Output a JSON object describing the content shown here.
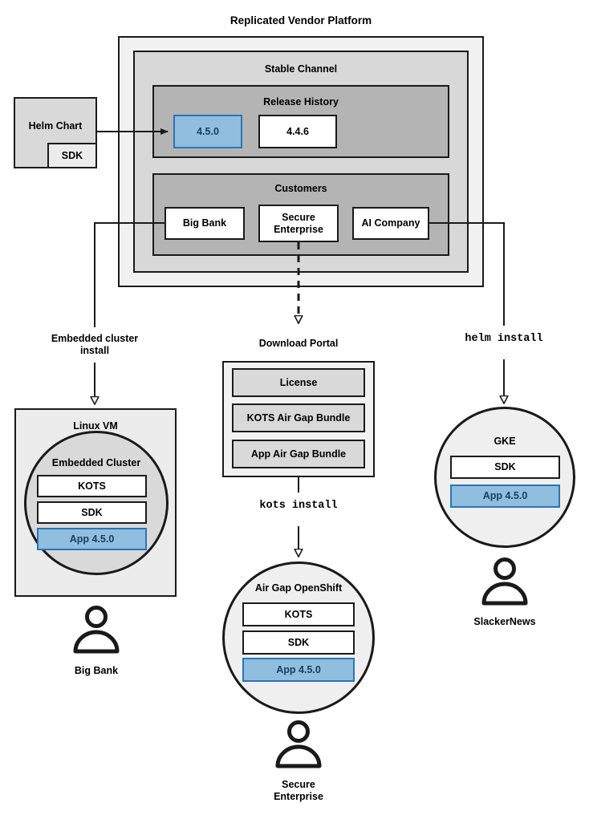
{
  "diagram": {
    "title": "Replicated Vendor Platform",
    "platform": {
      "channel_title": "Stable Channel",
      "release_history": {
        "title": "Release History",
        "releases": [
          {
            "label": "4.5.0",
            "state": "current"
          },
          {
            "label": "4.4.6",
            "state": "previous"
          }
        ]
      },
      "customers": {
        "title": "Customers",
        "items": [
          {
            "label": "Big Bank"
          },
          {
            "label": "Secure\nEnterprise"
          },
          {
            "label": "AI Company"
          }
        ]
      }
    },
    "source": {
      "title": "Helm Chart",
      "sub_label": "SDK"
    },
    "download_portal": {
      "title": "Download Portal",
      "items": [
        {
          "label": "License"
        },
        {
          "label": "KOTS Air Gap Bundle"
        },
        {
          "label": "App Air Gap Bundle"
        }
      ]
    },
    "install_paths": [
      {
        "id": "embedded",
        "label": "Embedded cluster\ninstall",
        "style": "sans"
      },
      {
        "id": "kots",
        "label": "kots install",
        "style": "mono"
      },
      {
        "id": "helm",
        "label": "helm install",
        "style": "mono"
      }
    ],
    "targets": [
      {
        "id": "linux-vm",
        "host_label": "Linux VM",
        "host_shape": "rect",
        "cluster_label": "Embedded Cluster",
        "cluster_shape": "circle",
        "components": [
          {
            "label": "KOTS",
            "fill": "white"
          },
          {
            "label": "SDK",
            "fill": "white"
          },
          {
            "label": "App 4.5.0",
            "fill": "blue"
          }
        ],
        "customer": "Big Bank"
      },
      {
        "id": "airgap-openshift",
        "host_label": "Air Gap OpenShift",
        "host_shape": "circle",
        "components": [
          {
            "label": "KOTS",
            "fill": "white"
          },
          {
            "label": "SDK",
            "fill": "white"
          },
          {
            "label": "App 4.5.0",
            "fill": "blue"
          }
        ],
        "customer": "Secure\nEnterprise"
      },
      {
        "id": "gke",
        "host_label": "GKE",
        "host_shape": "circle",
        "components": [
          {
            "label": "SDK",
            "fill": "white"
          },
          {
            "label": "App 4.5.0",
            "fill": "blue"
          }
        ],
        "customer": "SlackerNews"
      }
    ],
    "colors": {
      "accent_blue_fill": "#8fbedf",
      "accent_blue_border": "#2a75b5",
      "accent_blue_text": "#1a3d63",
      "stroke": "#1a1a1a",
      "container_outer": "#f1f1f1",
      "container_mid": "#d8d8d8",
      "container_inner": "#b4b4b4",
      "node_gray": "#d9d9d9",
      "circle_gray": "#efefef"
    }
  }
}
